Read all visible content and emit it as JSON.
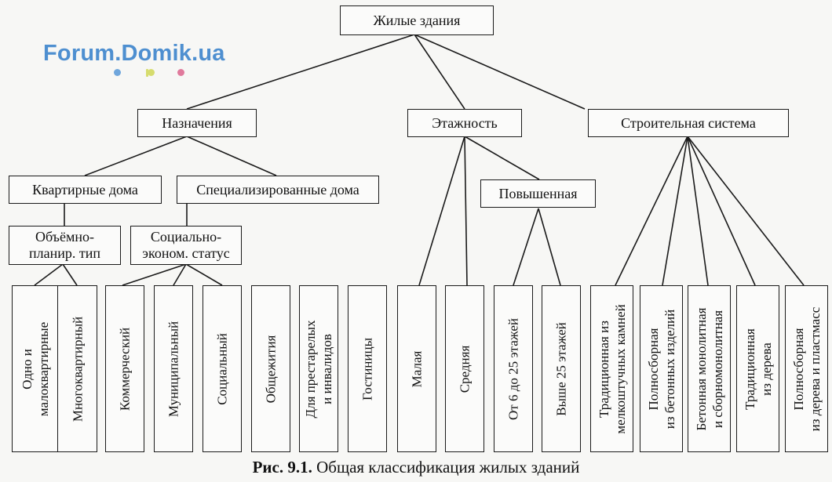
{
  "watermark": {
    "text": "Forum.Domik.ua",
    "dot_colors": [
      "#6fa6dc",
      "#d6dc6e",
      "#e07a9c"
    ]
  },
  "title": "Жилые здания",
  "branches": {
    "purpose": "Назначения",
    "floors": "Этажность",
    "construction": "Строительная система"
  },
  "subcategories": {
    "apartment": "Квартирные дома",
    "specialized": "Специализированные дома",
    "high_rise": "Повышенная",
    "volumetric": "Объёмно-\nпланир. тип",
    "social_economic": "Социально-\nэконом. статус"
  },
  "leaves": {
    "single_low": "Одно и\nмалоквартирные",
    "multi": "Многоквартирный",
    "commercial": "Коммерческий",
    "municipal": "Муниципальный",
    "social": "Социальный",
    "dormitories": "Общежития",
    "elderly": "Для престарелых\nи инвалидов",
    "hotels": "Гостиницы",
    "low": "Малая",
    "medium": "Средняя",
    "floors_6_25": "От 6 до 25 этажей",
    "above_25": "Выше 25 этажей",
    "trad_stone": "Традиционная из\nмелкоштучных камней",
    "prefab_concrete": "Полносборная\nиз бетонных изделий",
    "concrete_mono": "Бетонная монолитная\nи сборномонолитная",
    "trad_wood": "Традиционная\nиз дерева",
    "prefab_wood": "Полносборная\nиз дерева и пластмасс"
  },
  "caption": {
    "label": "Рис. 9.1.",
    "text": "Общая классификация жилых зданий"
  }
}
